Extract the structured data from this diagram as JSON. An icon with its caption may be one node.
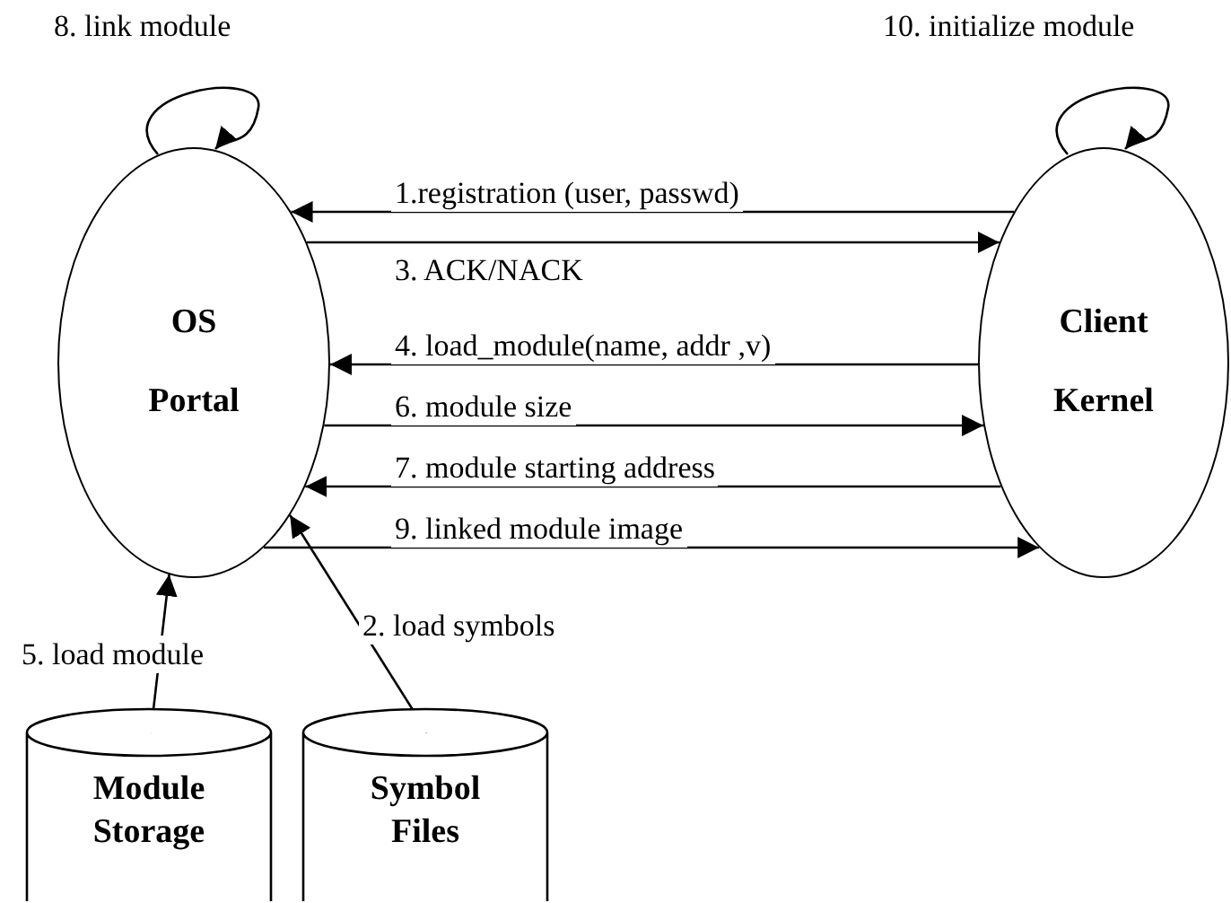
{
  "diagram": {
    "nodes": [
      {
        "text": [
          "OS",
          "Portal"
        ]
      },
      {
        "text": [
          "Client",
          "Kernel"
        ]
      },
      {
        "text": [
          "Module Storage"
        ]
      },
      {
        "text": [
          "Symbol Files"
        ]
      }
    ],
    "edges": [
      {
        "from": 1,
        "to": 0,
        "arrow": "to",
        "label": "1.registration (user, passwd)"
      },
      {
        "from": 0,
        "to": 1,
        "arrow": "to",
        "label": "3.  ACK/NACK"
      },
      {
        "from": 1,
        "to": 0,
        "arrow": "to",
        "label": "4. load_module(name, addr ,v)"
      },
      {
        "from": 0,
        "to": 1,
        "arrow": "to",
        "label": "6. module size"
      },
      {
        "from": 1,
        "to": 0,
        "arrow": "to",
        "label": "7. module starting address"
      },
      {
        "from": 0,
        "to": 1,
        "arrow": "to",
        "label": "9. linked module image"
      },
      {
        "from": 2,
        "to": 0,
        "arrow": "to",
        "label": "5. load module"
      },
      {
        "from": 3,
        "to": 0,
        "arrow": "to",
        "label": "2. load symbols"
      },
      {
        "from": 0,
        "to": 0,
        "arrow": "to",
        "label": "8. link module"
      },
      {
        "from": 1,
        "to": 1,
        "arrow": "to",
        "label": "10. initialize module"
      }
    ]
  }
}
